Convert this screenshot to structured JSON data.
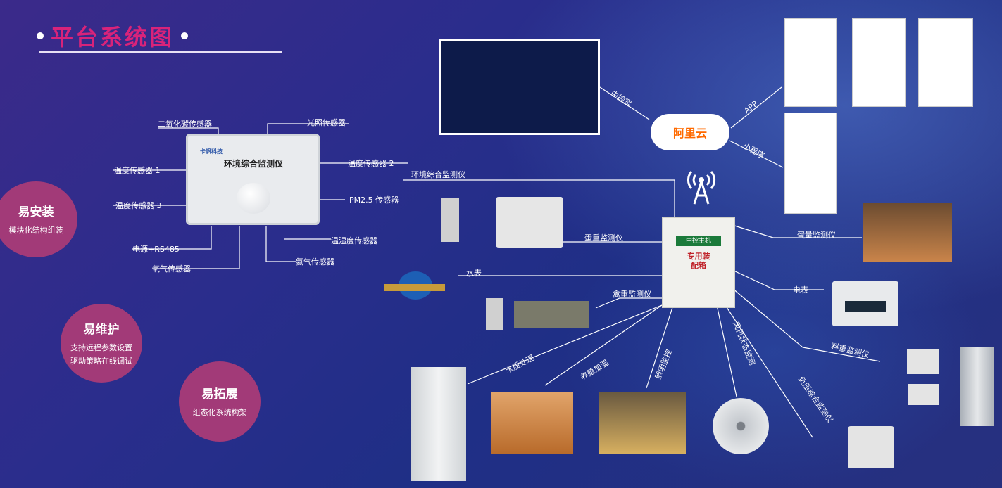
{
  "title": "平台系统图",
  "features": [
    {
      "heading": "易安装",
      "lines": [
        "模块化结构组装"
      ]
    },
    {
      "heading": "易维护",
      "lines": [
        "支持远程参数设置",
        "驱动策略在线调试"
      ]
    },
    {
      "heading": "易拓展",
      "lines": [
        "组态化系统构架"
      ]
    }
  ],
  "monitor_box": {
    "brand": "卡帆科技",
    "name": "环境综合监测仪"
  },
  "sensors": {
    "co2": "二氧化碳传感器",
    "light": "光照传感器",
    "temp1": "温度传感器 1",
    "temp2": "温度传感器 2",
    "temp3": "温度传感器 3",
    "pm25": "PM2.5 传感器",
    "power": "电源+RS485",
    "humid": "温湿度传感器",
    "oxygen": "氧气传感器",
    "ammonia": "氨气传感器"
  },
  "links": {
    "env_monitor": "环境综合监测仪",
    "egg_weight": "蛋重监测仪",
    "water_meter": "水表",
    "bird_weight": "禽重监测仪",
    "egg_count": "蛋量监测仪",
    "power_meter": "电表",
    "feed_weight": "料重监测仪",
    "water_treat": "水质处理",
    "humidify": "养殖加湿",
    "lighting": "照明监控",
    "fan": "风机状态监测",
    "neg_pressure": "负压综合监测仪",
    "control_room": "中控室",
    "app": "APP",
    "mini": "小程序"
  },
  "host": {
    "header": "中控主机",
    "red": "专用装配箱"
  },
  "cloud": "阿里云",
  "colors": {
    "accent": "#d9237a",
    "circle": "#a23a78",
    "line": "#ffffff"
  }
}
